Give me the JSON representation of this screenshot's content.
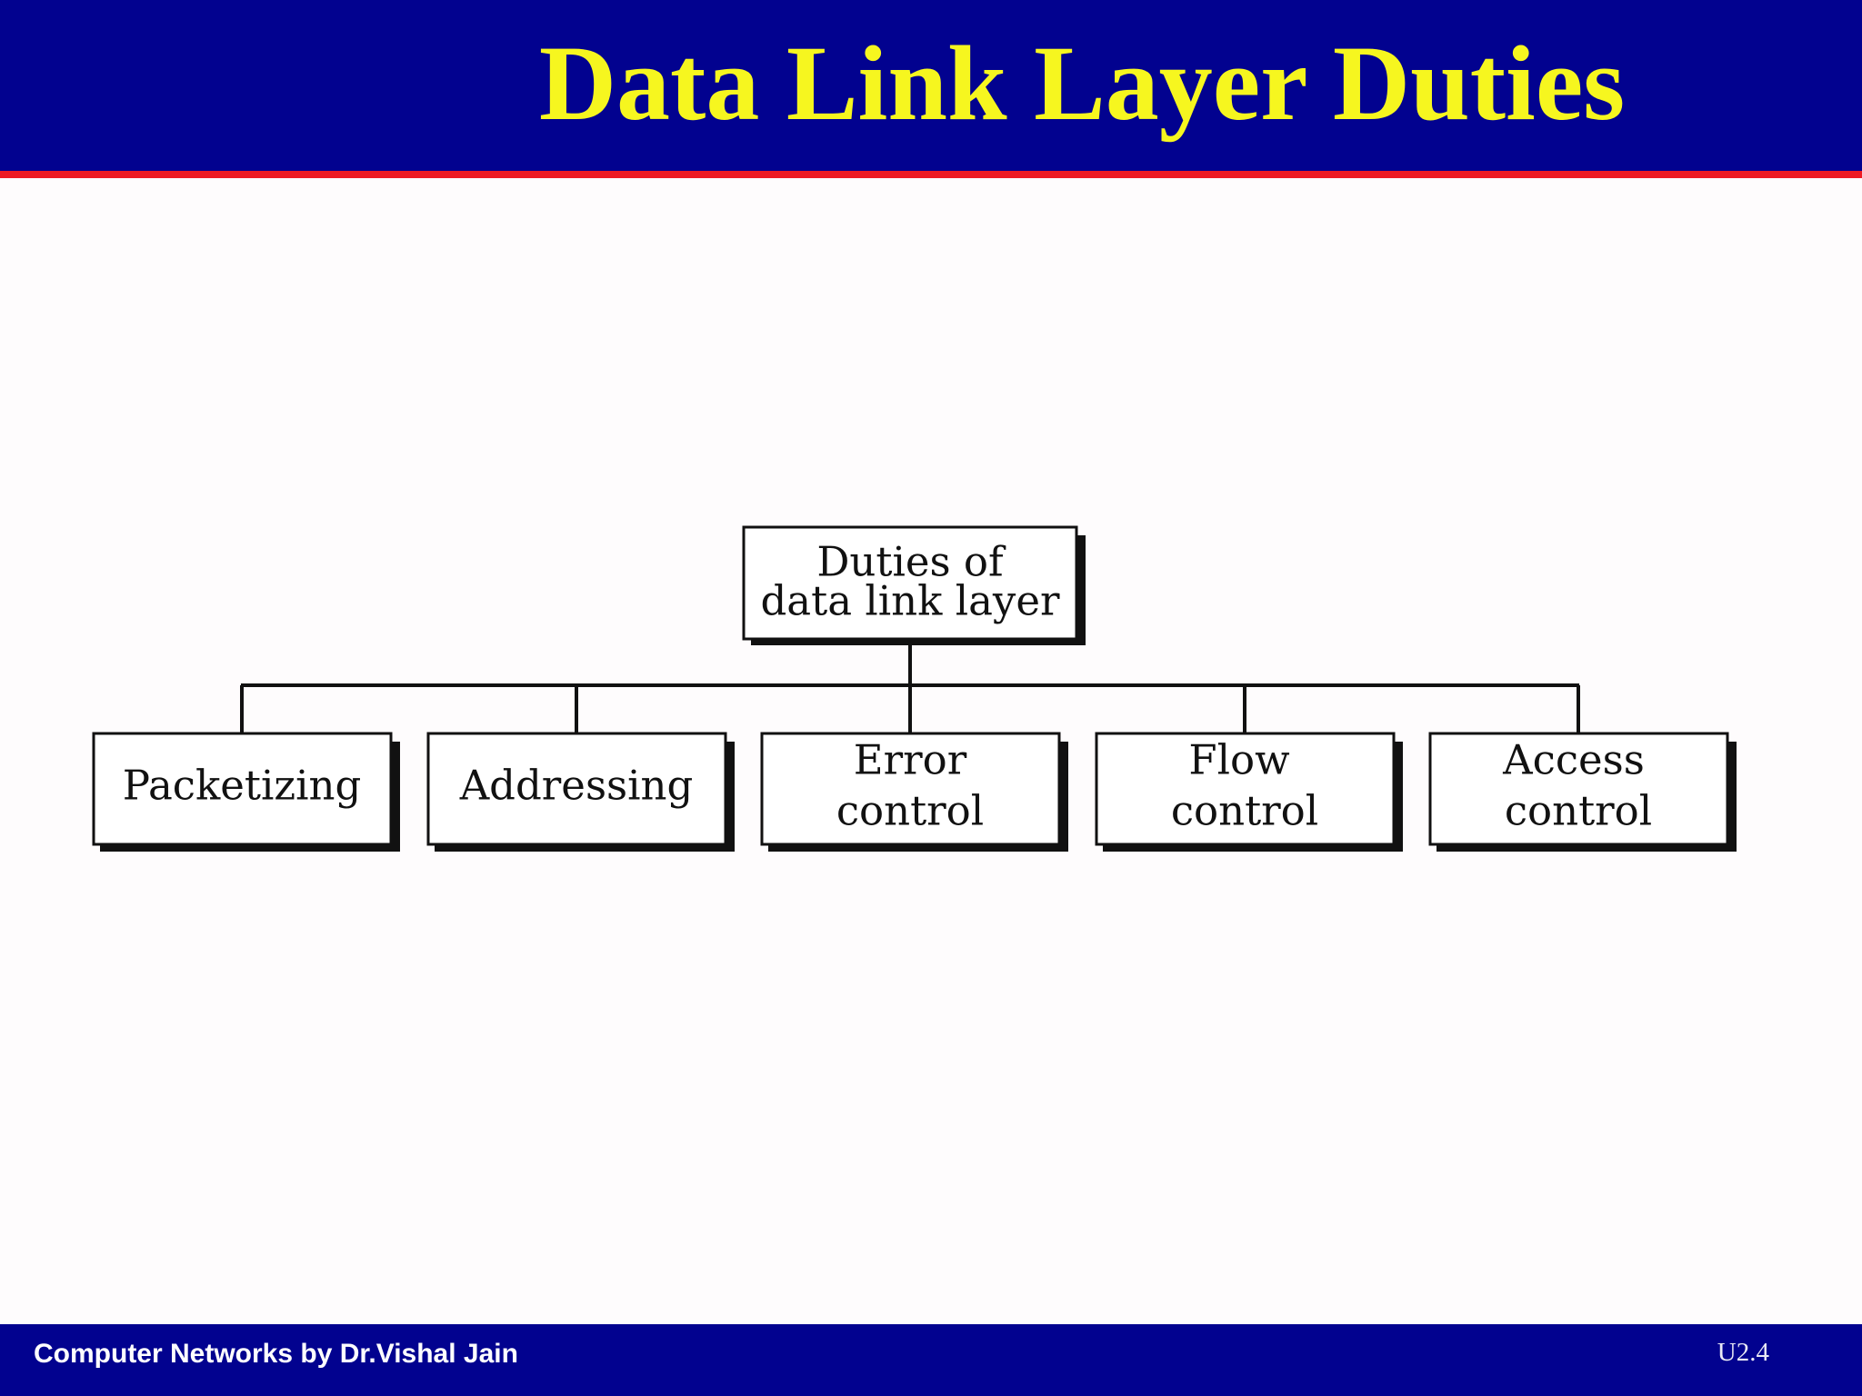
{
  "slide": {
    "title": "Data Link Layer Duties",
    "footer": "Computer Networks by Dr.Vishal Jain",
    "page_number": "U2.4"
  },
  "diagram": {
    "root": {
      "lines": [
        "Duties of",
        "data link layer"
      ]
    },
    "children": [
      {
        "lines": [
          "Packetizing"
        ]
      },
      {
        "lines": [
          "Addressing"
        ]
      },
      {
        "lines": [
          "Error",
          "control"
        ]
      },
      {
        "lines": [
          "Flow",
          "control"
        ]
      },
      {
        "lines": [
          "Access",
          "control"
        ]
      }
    ]
  },
  "colors": {
    "header_background": "#02028f",
    "title_text": "#f6f61f",
    "header_rule": "#ee1b24",
    "footer_text": "#ffffff"
  }
}
